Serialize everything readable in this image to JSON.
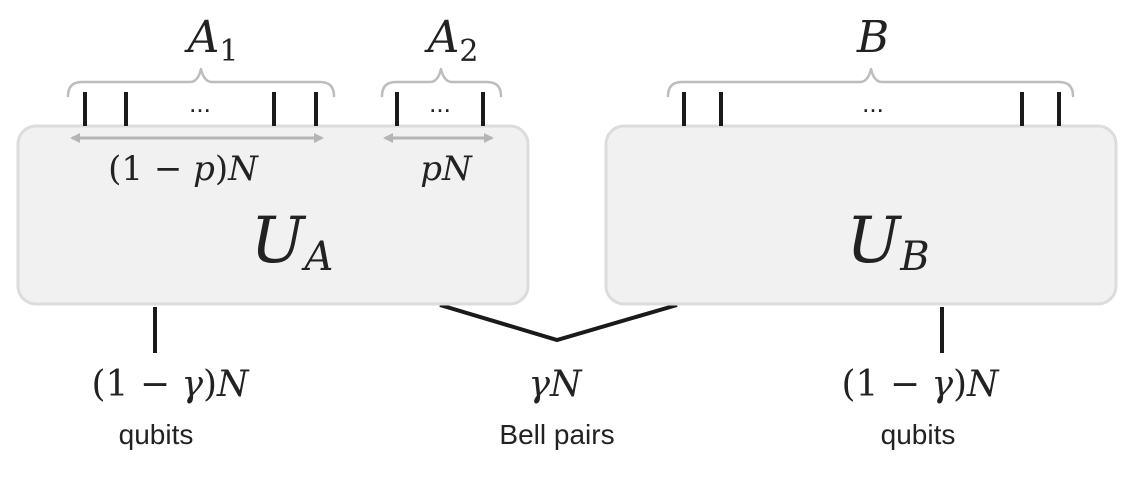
{
  "subsystems": {
    "a1": {
      "label": "A",
      "sub": "1"
    },
    "a2": {
      "label": "A",
      "sub": "2"
    },
    "b": {
      "label": "B"
    }
  },
  "dots": "...",
  "sizes": {
    "a1": {
      "pre": "(1 − ",
      "var": "p",
      "post": ")",
      "N": "N"
    },
    "a2": {
      "var": "p",
      "N": "N"
    }
  },
  "unitaries": {
    "a": {
      "label": "U",
      "sub": "A"
    },
    "b": {
      "label": "U",
      "sub": "B"
    }
  },
  "bottom": {
    "left": {
      "pre": "(1 − ",
      "var": "γ",
      "post": ")",
      "N": "N",
      "word": "qubits"
    },
    "middle": {
      "var": "γ",
      "N": "N",
      "word": "Bell pairs"
    },
    "right": {
      "pre": "(1 − ",
      "var": "γ",
      "post": ")",
      "N": "N",
      "word": "qubits"
    }
  },
  "colors": {
    "box_fill": "#f1f1f1",
    "box_stroke": "#dcdcdc",
    "line": "#1a1a1a",
    "brace": "#bdbdbd",
    "arrow": "#b5b5b5",
    "text": "#222222"
  }
}
